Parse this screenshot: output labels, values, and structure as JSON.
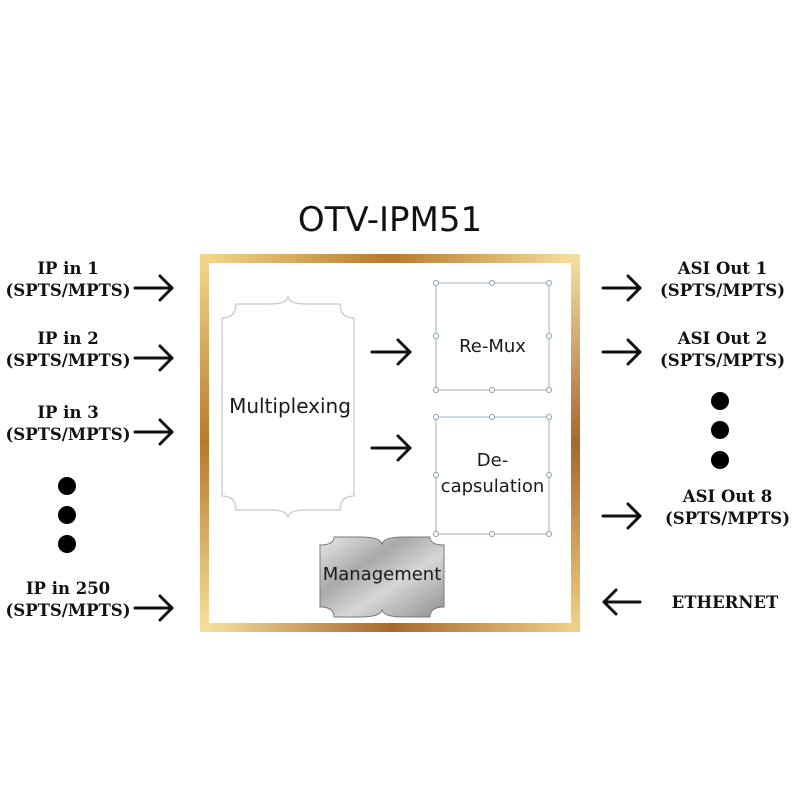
{
  "title": "OTV-IPM51",
  "inputs": [
    {
      "line1": "IP in 1",
      "line2": "(SPTS/MPTS)"
    },
    {
      "line1": "IP in 2",
      "line2": "(SPTS/MPTS)"
    },
    {
      "line1": "IP in 3",
      "line2": "(SPTS/MPTS)"
    },
    {
      "line1": "IP in 250",
      "line2": "(SPTS/MPTS)"
    }
  ],
  "outputs": [
    {
      "line1": "ASI Out 1",
      "line2": "(SPTS/MPTS)"
    },
    {
      "line1": "ASI Out 2",
      "line2": "(SPTS/MPTS)"
    },
    {
      "line1": "ASI Out 8",
      "line2": "(SPTS/MPTS)"
    }
  ],
  "ethernet": "ETHERNET",
  "blocks": {
    "multiplexing": "Multiplexing",
    "remux": "Re-Mux",
    "decap_line1": "De-",
    "decap_line2": "capsulation",
    "management": "Management"
  }
}
